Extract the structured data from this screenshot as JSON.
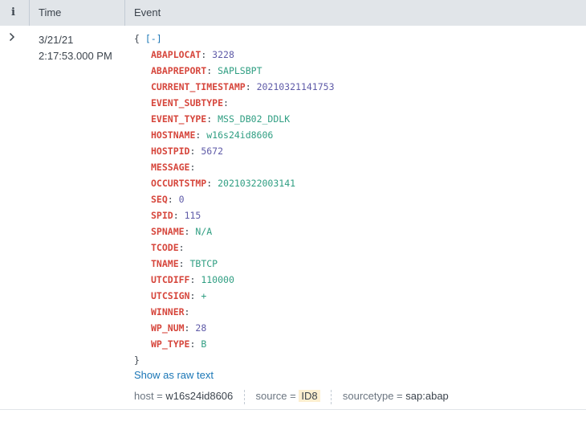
{
  "header": {
    "info_label": "i",
    "time_label": "Time",
    "event_label": "Event"
  },
  "row": {
    "expand_icon": "chevron-right",
    "date": "3/21/21",
    "time": "2:17:53.000 PM",
    "event": {
      "open_brace": "{",
      "collapse_toggle": "[-]",
      "close_brace": "}",
      "fields": [
        {
          "key": "ABAPLOCAT",
          "value": "3228",
          "type": "num"
        },
        {
          "key": "ABAPREPORT",
          "value": "SAPLSBPT",
          "type": "str"
        },
        {
          "key": "CURRENT_TIMESTAMP",
          "value": "20210321141753",
          "type": "num"
        },
        {
          "key": "EVENT_SUBTYPE",
          "value": "",
          "type": "str"
        },
        {
          "key": "EVENT_TYPE",
          "value": "MSS_DB02_DDLK",
          "type": "str"
        },
        {
          "key": "HOSTNAME",
          "value": "w16s24id8606",
          "type": "str"
        },
        {
          "key": "HOSTPID",
          "value": "5672",
          "type": "num"
        },
        {
          "key": "MESSAGE",
          "value": "",
          "type": "str"
        },
        {
          "key": "OCCURTSTMP",
          "value": "20210322003141",
          "type": "str"
        },
        {
          "key": "SEQ",
          "value": "0",
          "type": "num"
        },
        {
          "key": "SPID",
          "value": "115",
          "type": "num"
        },
        {
          "key": "SPNAME",
          "value": "N/A",
          "type": "str"
        },
        {
          "key": "TCODE",
          "value": "",
          "type": "str"
        },
        {
          "key": "TNAME",
          "value": "TBTCP",
          "type": "str"
        },
        {
          "key": "UTCDIFF",
          "value": "110000",
          "type": "str"
        },
        {
          "key": "UTCSIGN",
          "value": "+",
          "type": "str"
        },
        {
          "key": "WINNER",
          "value": "",
          "type": "str"
        },
        {
          "key": "WP_NUM",
          "value": "28",
          "type": "num"
        },
        {
          "key": "WP_TYPE",
          "value": "B",
          "type": "str"
        }
      ]
    },
    "show_raw_label": "Show as raw text",
    "meta": {
      "host_label": "host =",
      "host_value": "w16s24id8606",
      "source_label": "source =",
      "source_value": "ID8",
      "sourcetype_label": "sourcetype =",
      "sourcetype_value": "sap:abap"
    }
  },
  "colors": {
    "header_bg": "#e1e5e9",
    "key": "#d6463c",
    "string_value": "#2f9e82",
    "number_value": "#5f5ba8",
    "link": "#1a76b6",
    "highlight": "#fdefd0"
  }
}
